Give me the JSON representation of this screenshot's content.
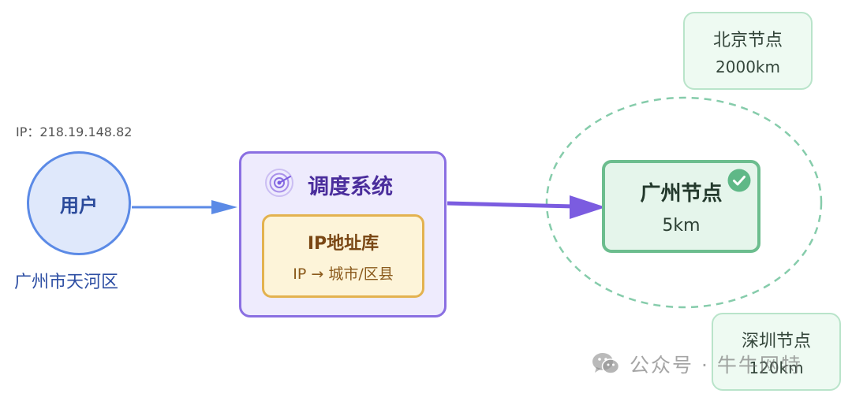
{
  "user": {
    "ip_label": "IP：218.19.148.82",
    "name": "用户",
    "location": "广州市天河区"
  },
  "scheduler": {
    "title": "调度系统",
    "icon": "radar-icon",
    "database": {
      "title": "IP地址库",
      "mapping": "IP → 城市/区县"
    }
  },
  "nodes": {
    "guangzhou": {
      "name": "广州节点",
      "distance": "5km",
      "selected": true,
      "icon": "check-circle-icon"
    },
    "beijing": {
      "name": "北京节点",
      "distance": "2000km"
    },
    "shenzhen": {
      "name": "深圳节点",
      "distance": "120km"
    }
  },
  "watermark": {
    "icon": "wechat-icon",
    "text": "公众号 · 牛牛网特"
  },
  "colors": {
    "user_accent": "#5b8ae6",
    "scheduler_accent": "#8a6fe2",
    "arrow_to_node": "#7b5ce0",
    "database_accent": "#e3b24f",
    "selected_node_accent": "#6cbd8e",
    "range_ellipse": "#86ccab"
  }
}
